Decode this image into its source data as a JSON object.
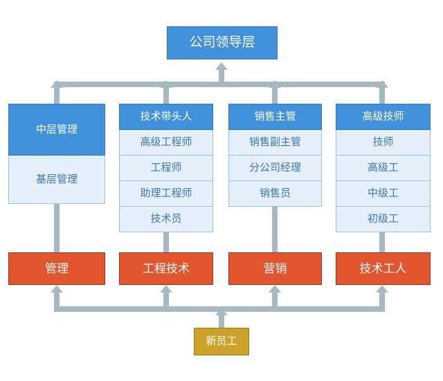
{
  "diagram": {
    "title_box": {
      "label": "公司领导层"
    },
    "colors": {
      "header_blue": "#4190DB",
      "cell_light_blue": "#E4EFFA",
      "cell_text_blue": "#3B77B5",
      "orange": "#E2552F",
      "orange_border": "#9C3317",
      "gold": "#CCA22B",
      "gold_border": "#9C7A15",
      "connector_gray": "#A6B9C2"
    },
    "columns": [
      {
        "header": "中层管理",
        "cells": [
          "基层管理"
        ],
        "category": "管理"
      },
      {
        "header": "技术带头人",
        "cells": [
          "高级工程师",
          "工程师",
          "助理工程师",
          "技术员"
        ],
        "category": "工程技术"
      },
      {
        "header": "销售主管",
        "cells": [
          "销售副主管",
          "分公司经理",
          "销售员"
        ],
        "category": "营销"
      },
      {
        "header": "高级技师",
        "cells": [
          "技师",
          "高级工",
          "中级工",
          "初级工"
        ],
        "category": "技术工人"
      }
    ],
    "entry_box": {
      "label": "新员工"
    }
  }
}
